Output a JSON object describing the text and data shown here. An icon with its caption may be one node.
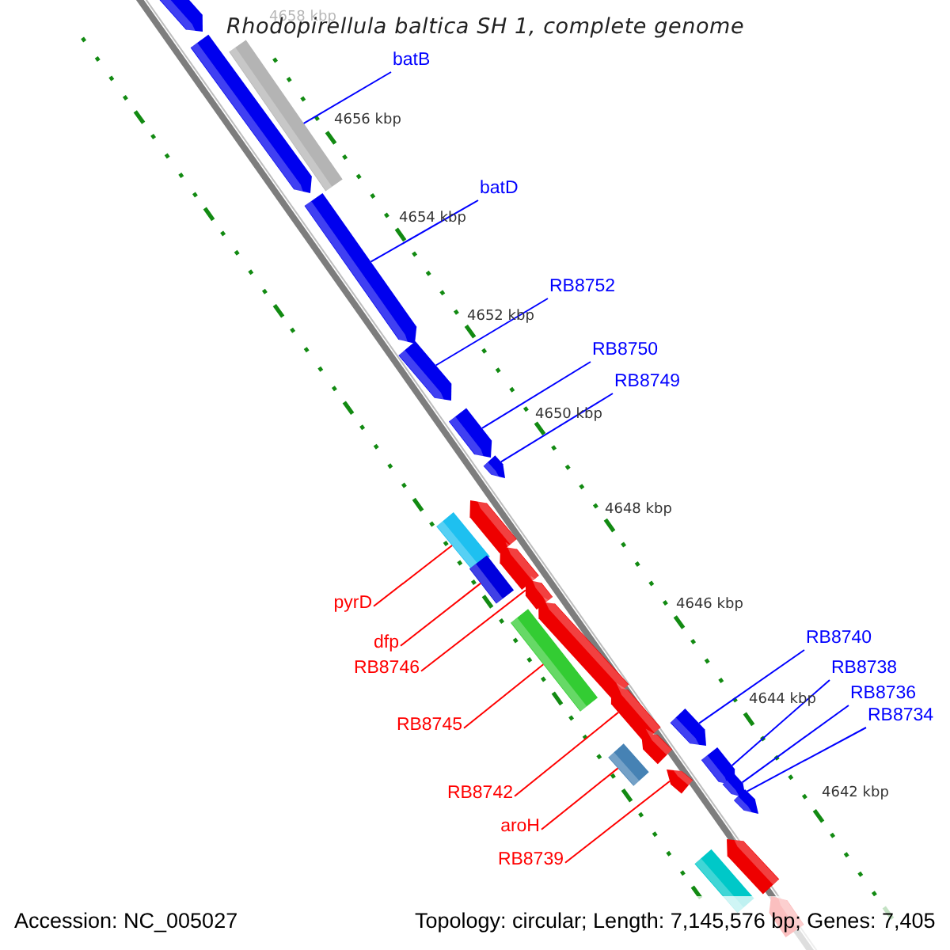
{
  "diagram": {
    "title": "Rhodopirellula baltica SH 1, complete genome",
    "nodes": [
      {
        "text": [
          "batB"
        ]
      },
      {
        "text": [
          "batD"
        ]
      },
      {
        "text": [
          "RB8752"
        ]
      },
      {
        "text": [
          "RB8750"
        ]
      },
      {
        "text": [
          "RB8749"
        ]
      },
      {
        "text": [
          "RB8740"
        ]
      },
      {
        "text": [
          "RB8738"
        ]
      },
      {
        "text": [
          "RB8736"
        ]
      },
      {
        "text": [
          "RB8734"
        ]
      },
      {
        "text": [
          "pyrD"
        ]
      },
      {
        "text": [
          "dfp"
        ]
      },
      {
        "text": [
          "RB8746"
        ]
      },
      {
        "text": [
          "RB8745"
        ]
      },
      {
        "text": [
          "RB8742"
        ]
      },
      {
        "text": [
          "aroH"
        ]
      },
      {
        "text": [
          "RB8739"
        ]
      },
      {
        "text": [],
        "shape": "pentagon"
      },
      {
        "text": [],
        "shape": "pentagon"
      },
      {
        "text": [],
        "shape": "bar"
      },
      {
        "text": [],
        "shape": "pentagon"
      },
      {
        "text": [],
        "shape": "pentagon"
      },
      {
        "text": [],
        "shape": "pentagon"
      },
      {
        "text": [],
        "shape": "pentagon"
      },
      {
        "text": [],
        "shape": "pentagon"
      },
      {
        "text": [],
        "shape": "bar"
      },
      {
        "text": [],
        "shape": "pentagon"
      },
      {
        "text": [],
        "shape": "bar"
      },
      {
        "text": [],
        "shape": "pentagon"
      },
      {
        "text": [],
        "shape": "pentagon"
      },
      {
        "text": [],
        "shape": "bar"
      },
      {
        "text": [],
        "shape": "pentagon"
      },
      {
        "text": [],
        "shape": "pentagon"
      },
      {
        "text": [],
        "shape": "pentagon"
      },
      {
        "text": [],
        "shape": "bar"
      },
      {
        "text": [],
        "shape": "pentagon"
      },
      {
        "text": [],
        "shape": "pentagon"
      },
      {
        "text": [],
        "shape": "pentagon"
      },
      {
        "text": [],
        "shape": "pentagon"
      },
      {
        "text": [],
        "shape": "pentagon"
      },
      {
        "text": [],
        "shape": "bar"
      },
      {
        "text": [],
        "shape": "pentagon"
      }
    ],
    "edges": [
      {
        "from": 0,
        "to": 18,
        "arrow": "none"
      },
      {
        "from": 1,
        "to": 19,
        "arrow": "none"
      },
      {
        "from": 2,
        "to": 20,
        "arrow": "none"
      },
      {
        "from": 3,
        "to": 21,
        "arrow": "none"
      },
      {
        "from": 4,
        "to": 22,
        "arrow": "none"
      },
      {
        "from": 5,
        "to": 31,
        "arrow": "none"
      },
      {
        "from": 6,
        "to": 34,
        "arrow": "none"
      },
      {
        "from": 7,
        "to": 36,
        "arrow": "none"
      },
      {
        "from": 8,
        "to": 37,
        "arrow": "none"
      },
      {
        "from": 9,
        "to": 24,
        "arrow": "none",
        "color": "#ff0000"
      },
      {
        "from": 10,
        "to": 26,
        "arrow": "none",
        "color": "#ff0000"
      },
      {
        "from": 11,
        "to": 27,
        "arrow": "none",
        "color": "#ff0000"
      },
      {
        "from": 12,
        "to": 29,
        "arrow": "none",
        "color": "#ff0000"
      },
      {
        "from": 13,
        "to": 30,
        "arrow": "none",
        "color": "#ff0000"
      },
      {
        "from": 14,
        "to": 33,
        "arrow": "none",
        "color": "#ff0000"
      },
      {
        "from": 15,
        "to": 35,
        "arrow": "none",
        "color": "#ff0000"
      }
    ],
    "labels": [
      "4658 kbp",
      "4656 kbp",
      "4654 kbp",
      "4652 kbp",
      "4650 kbp",
      "4648 kbp",
      "4646 kbp",
      "4644 kbp",
      "4642 kbp",
      "Accession: NC_005027",
      "Topology: circular; Length: 7,145,576 bp; Genes: 7,405"
    ]
  }
}
